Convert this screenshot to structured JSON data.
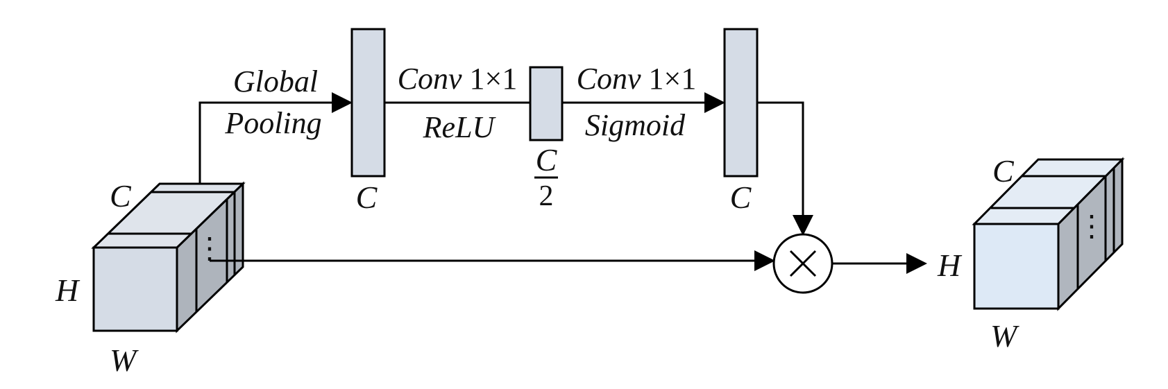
{
  "colors": {
    "cube_in_front": "#d5dce6",
    "cube_in_top": "#dfe4eb",
    "cube_in_side": "#aeb4bc",
    "cube_out_front": "#dde9f6",
    "cube_out_top": "#e4ecf5",
    "cube_out_side": "#b0b6be",
    "bar_fill": "#d5dce6",
    "stroke": "#000000"
  },
  "input_cube": {
    "c_label": "C",
    "h_label": "H",
    "w_label": "W",
    "ellipsis": "⋮"
  },
  "output_cube": {
    "c_label": "C",
    "h_label": "H",
    "w_label": "W",
    "ellipsis": "⋮"
  },
  "pooling": {
    "line1": "Global",
    "line2": "Pooling"
  },
  "bar1": {
    "label": "C"
  },
  "conv1": {
    "italic": "Conv",
    "size": "1×1",
    "activation": "ReLU"
  },
  "bar2": {
    "numerator": "C",
    "denominator": "2"
  },
  "conv2": {
    "italic": "Conv",
    "size": "1×1",
    "activation": "Sigmoid"
  },
  "bar3": {
    "label": "C"
  },
  "multiply": {
    "symbol": "×"
  }
}
